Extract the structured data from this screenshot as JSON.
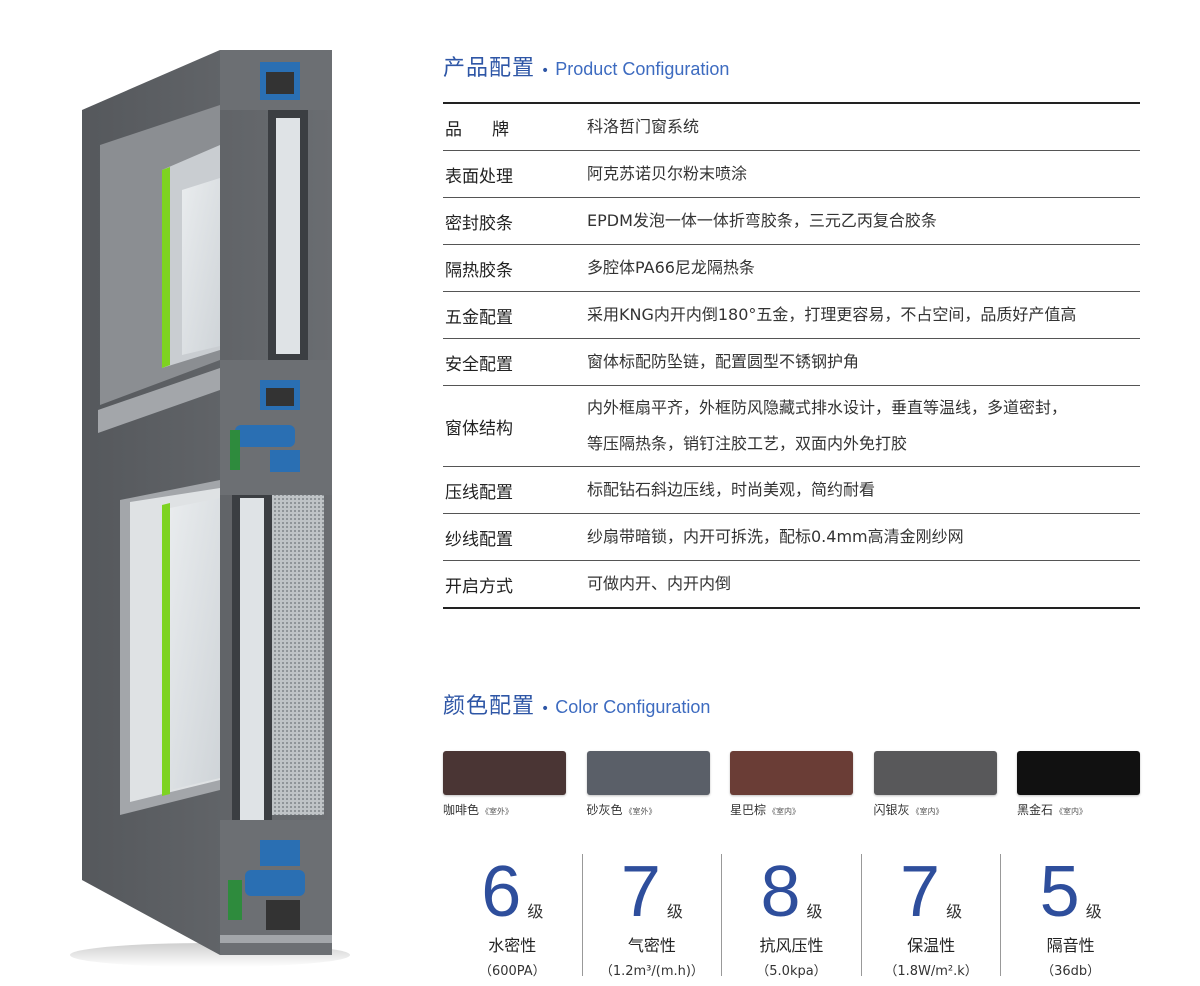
{
  "product_config": {
    "title_cn": "产品配置",
    "title_dot": "•",
    "title_en": "Product Configuration",
    "rows": [
      {
        "label": "品牌",
        "lines": [
          "科洛哲门窗系统"
        ]
      },
      {
        "label": "表面处理",
        "lines": [
          "阿克苏诺贝尔粉末喷涂"
        ]
      },
      {
        "label": "密封胶条",
        "lines": [
          "EPDM发泡一体一体折弯胶条，三元乙丙复合胶条"
        ]
      },
      {
        "label": "隔热胶条",
        "lines": [
          "多腔体PA66尼龙隔热条"
        ]
      },
      {
        "label": "五金配置",
        "lines": [
          "采用KNG内开内倒180°五金，打理更容易，不占空间，品质好产值高"
        ]
      },
      {
        "label": "安全配置",
        "lines": [
          "窗体标配防坠链，配置圆型不锈钢护角"
        ]
      },
      {
        "label": "窗体结构",
        "lines": [
          "内外框扇平齐，外框防风隐藏式排水设计，垂直等温线，多道密封，",
          "等压隔热条，销钉注胶工艺，双面内外免打胶"
        ]
      },
      {
        "label": "压线配置",
        "lines": [
          "标配钻石斜边压线，时尚美观，简约耐看"
        ]
      },
      {
        "label": "纱线配置",
        "lines": [
          "纱扇带暗锁，内开可拆洗，配标0.4mm高清金刚纱网"
        ]
      },
      {
        "label": "开启方式",
        "lines": [
          "可做内开、内开内倒"
        ]
      }
    ]
  },
  "color_config": {
    "title_cn": "颜色配置",
    "title_dot": "•",
    "title_en": "Color Configuration",
    "colors": [
      {
        "name": "咖啡色",
        "tag": "《室外》",
        "hex": "#4a3534"
      },
      {
        "name": "砂灰色",
        "tag": "《室外》",
        "hex": "#5a5f68"
      },
      {
        "name": "星巴棕",
        "tag": "《室内》",
        "hex": "#6a3d36"
      },
      {
        "name": "闪银灰",
        "tag": "《室内》",
        "hex": "#58585a"
      },
      {
        "name": "黑金石",
        "tag": "《室内》",
        "hex": "#111111"
      }
    ]
  },
  "grades": [
    {
      "level": "6",
      "unit": "级",
      "name": "水密性",
      "spec": "（600PA）"
    },
    {
      "level": "7",
      "unit": "级",
      "name": "气密性",
      "spec": "（1.2m³/(m.h)）"
    },
    {
      "level": "8",
      "unit": "级",
      "name": "抗风压性",
      "spec": "（5.0kpa）"
    },
    {
      "level": "7",
      "unit": "级",
      "name": "保温性",
      "spec": "（1.8W/m².k）"
    },
    {
      "level": "5",
      "unit": "级",
      "name": "隔音性",
      "spec": "（36db）"
    }
  ]
}
